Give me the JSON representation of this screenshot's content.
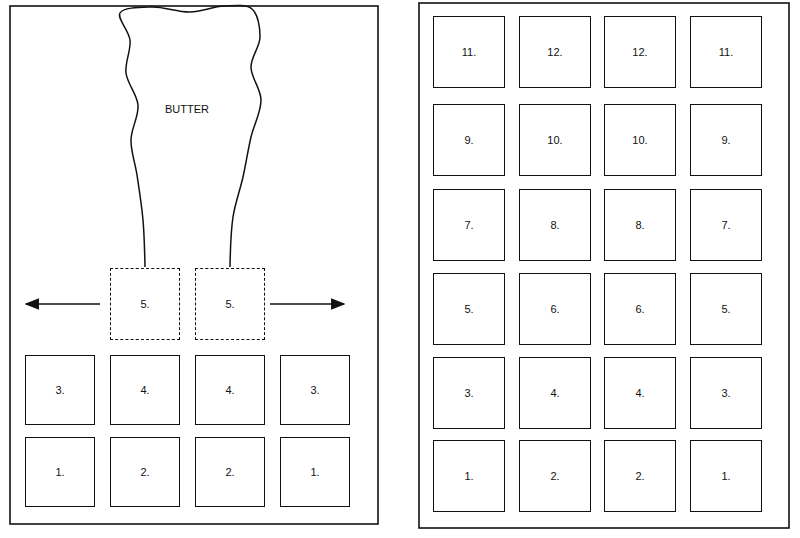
{
  "diagram": {
    "nodes": [
      {
        "text": [
          "BUTTER"
        ]
      },
      {
        "text": [
          "5."
        ]
      },
      {
        "text": [
          "5."
        ]
      },
      {
        "text": [
          "3."
        ]
      },
      {
        "text": [
          "4."
        ]
      },
      {
        "text": [
          "4."
        ]
      },
      {
        "text": [
          "3."
        ]
      },
      {
        "text": [
          "1."
        ]
      },
      {
        "text": [
          "2."
        ]
      },
      {
        "text": [
          "2."
        ]
      },
      {
        "text": [
          "1."
        ]
      },
      {
        "text": [
          "11."
        ]
      },
      {
        "text": [
          "12."
        ]
      },
      {
        "text": [
          "12."
        ]
      },
      {
        "text": [
          "11."
        ]
      },
      {
        "text": [
          "9."
        ]
      },
      {
        "text": [
          "10."
        ]
      },
      {
        "text": [
          "10."
        ]
      },
      {
        "text": [
          "9."
        ]
      },
      {
        "text": [
          "7."
        ]
      },
      {
        "text": [
          "8."
        ]
      },
      {
        "text": [
          "8."
        ]
      },
      {
        "text": [
          "7."
        ]
      },
      {
        "text": [
          "5."
        ]
      },
      {
        "text": [
          "6."
        ]
      },
      {
        "text": [
          "6."
        ]
      },
      {
        "text": [
          "5."
        ]
      },
      {
        "text": [
          "3."
        ]
      },
      {
        "text": [
          "4."
        ]
      },
      {
        "text": [
          "4."
        ]
      },
      {
        "text": [
          "3."
        ]
      },
      {
        "text": [
          "1."
        ]
      },
      {
        "text": [
          "2."
        ]
      },
      {
        "text": [
          "2."
        ]
      },
      {
        "text": [
          "1."
        ]
      }
    ]
  }
}
